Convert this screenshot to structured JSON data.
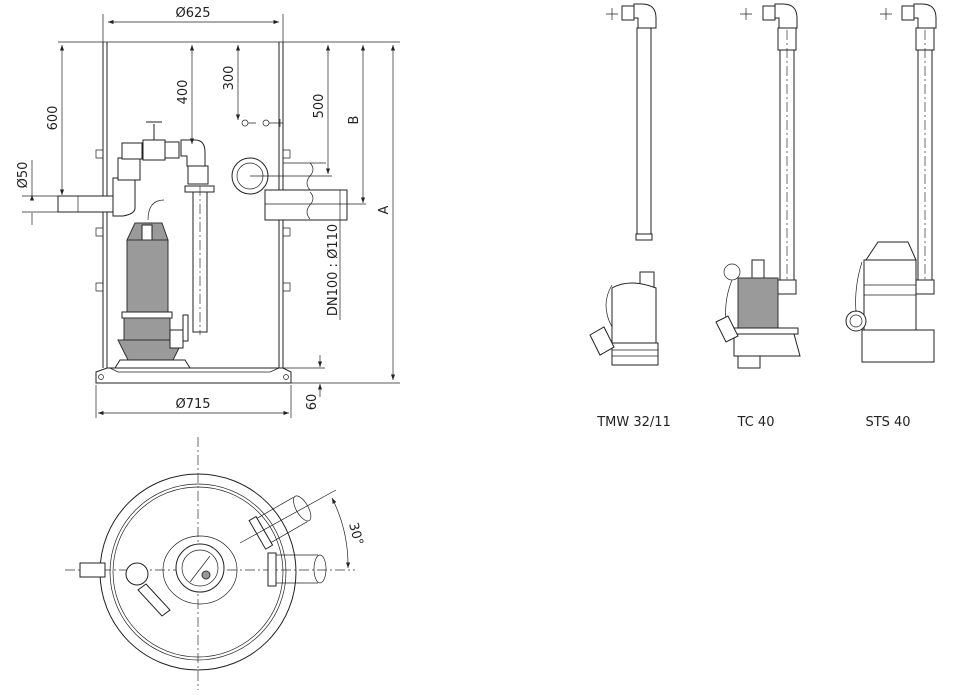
{
  "front_view": {
    "dimensions": {
      "tank_inner_diameter": "Ø625",
      "base_diameter": "Ø715",
      "base_height": "60",
      "inlet_depth_600": "600",
      "discharge_depth_400": "400",
      "cable_depth_300": "300",
      "inlet_depth_500": "500",
      "dim_b": "B",
      "dim_a": "A",
      "discharge_diameter": "Ø50",
      "inlet_pipe": "DN100 : Ø110"
    }
  },
  "top_view": {
    "angle": "30°"
  },
  "pump_variants": [
    {
      "label": "TMW 32/11"
    },
    {
      "label": "TC 40"
    },
    {
      "label": "STS 40"
    }
  ]
}
